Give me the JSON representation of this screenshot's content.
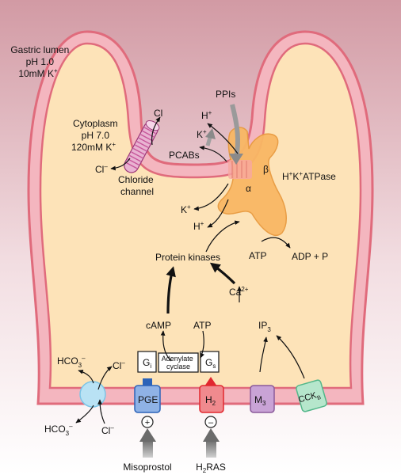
{
  "labels": {
    "lumen_line1": "Gastric lumen",
    "lumen_line2": "pH 1.0",
    "lumen_line3": "10mM K",
    "lumen_line3_sup": "+",
    "cyto_line1": "Cytoplasm",
    "cyto_line2": "pH 7.0",
    "cyto_line3": "120mM K",
    "cyto_line3_sup": "+",
    "cl_lumen": "Cl",
    "cl_cyto": "Cl",
    "cl_cyto_sup": "–",
    "chloride_line1": "Chloride",
    "chloride_line2": "channel",
    "ppis": "PPIs",
    "h_top": "H",
    "h_top_sup": "+",
    "k_top": "K",
    "k_top_sup": "+",
    "pcabs": "PCABs",
    "beta": "β",
    "alpha": "α",
    "atpase_main": "H",
    "atpase_sup1": "+",
    "atpase_mid": "K",
    "atpase_sup2": "+",
    "atpase_tail": "ATPase",
    "k_bottom": "K",
    "k_bottom_sup": "+",
    "h_bottom": "H",
    "h_bottom_sup": "+",
    "protein_kinases": "Protein kinases",
    "atp_right": "ATP",
    "adp_p": "ADP + P",
    "ca_main": "Ca",
    "ca_sup": "2+",
    "camp": "cAMP",
    "atp_mid": "ATP",
    "ip_main": "IP",
    "ip_sub": "3",
    "gi_main": "G",
    "gi_sub": "i",
    "adenylate_line1": "Adenylate",
    "adenylate_line2": "cyclase",
    "gs_main": "G",
    "gs_sub": "s",
    "hco3_top_main": "HCO",
    "hco3_top_sub": "3",
    "hco3_top_sup": "–",
    "cl_base_top": "Cl",
    "cl_base_top_sup": "–",
    "pge": "PGE",
    "h2_main": "H",
    "h2_sub": "2",
    "m3_main": "M",
    "m3_sub": "3",
    "cck_main": "CCK",
    "cck_sub": "B",
    "hco3_bottom_main": "HCO",
    "hco3_bottom_sub": "3",
    "hco3_bottom_sup": "–",
    "cl_base_bottom": "Cl",
    "cl_base_bottom_sup": "–",
    "plus_sign": "+",
    "minus_sign": "–",
    "misoprostol": "Misoprostol",
    "h2ras_main": "H",
    "h2ras_sub": "2",
    "h2ras_tail": "RAS"
  },
  "colors": {
    "lumen_top": "#d29aa4",
    "lumen_bottom": "#ffffff",
    "membrane": "#e8808e",
    "membrane_inner": "#f4b6bf",
    "cytoplasm": "#fde3b8",
    "atpase": "#f9b764",
    "chloride_channel": "#c7569a",
    "bicarb_transporter": "#b9e2f4",
    "pge_receptor": "#2c63b8",
    "h2_receptor": "#e1282f",
    "m3_receptor": "#8a5a9a",
    "cck_receptor": "#53b78a"
  }
}
